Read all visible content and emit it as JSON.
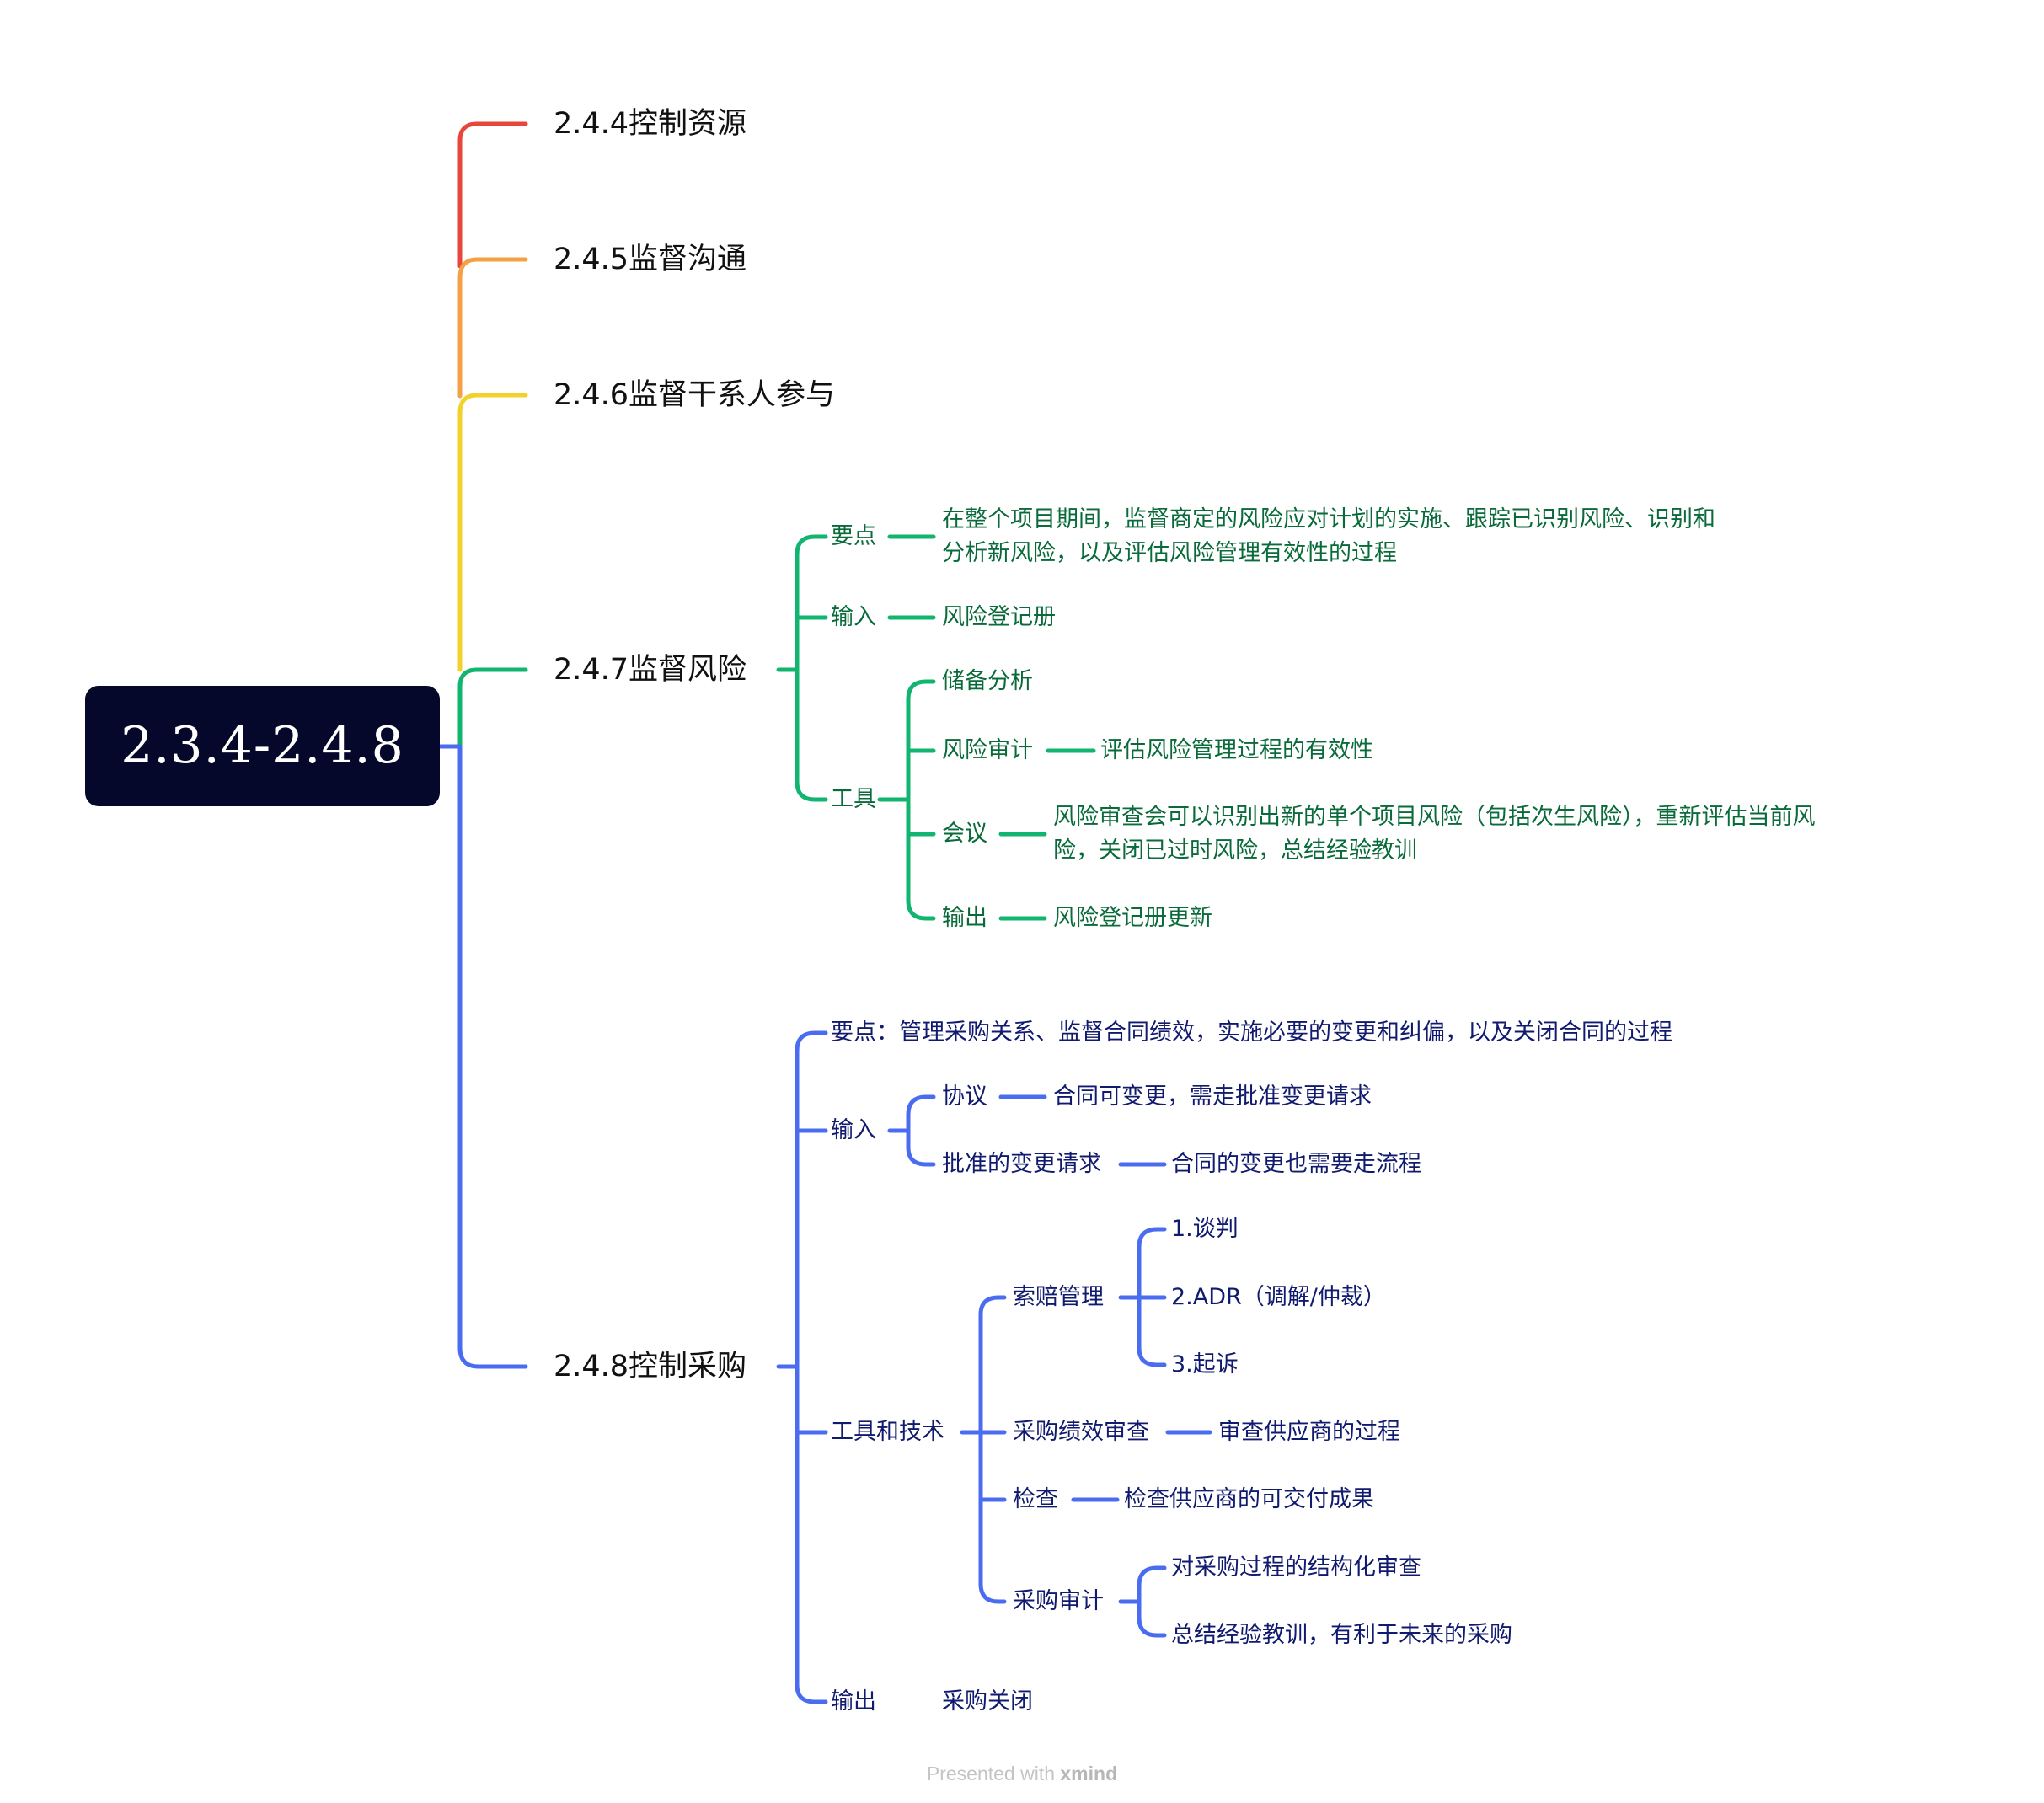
{
  "root": {
    "label": "2.3.4-2.4.8"
  },
  "branch_colors": {
    "control_resources": "#e8463b",
    "monitor_communication": "#f4a045",
    "monitor_stakeholder": "#f2d12a",
    "monitor_risk": "#12b56f",
    "control_procurement": "#4a6cf0"
  },
  "text_colors": {
    "green": "#0a6b3a",
    "blue": "#101a6e"
  },
  "branches": {
    "control_resources": {
      "label": "2.4.4控制资源"
    },
    "monitor_communication": {
      "label": "2.4.5监督沟通"
    },
    "monitor_stakeholder": {
      "label": "2.4.6监督干系人参与"
    },
    "monitor_risk": {
      "label": "2.4.7监督风险",
      "key_points": {
        "label": "要点",
        "detail_line1": "在整个项目期间，监督商定的风险应对计划的实施、跟踪已识别风险、识别和",
        "detail_line2": "分析新风险，以及评估风险管理有效性的过程"
      },
      "input": {
        "label": "输入",
        "detail": "风险登记册"
      },
      "tools": {
        "label": "工具",
        "reserve_analysis": {
          "label": "储备分析"
        },
        "risk_audit": {
          "label": "风险审计",
          "detail": "评估风险管理过程的有效性"
        },
        "meetings": {
          "label": "会议",
          "detail_line1": "风险审查会可以识别出新的单个项目风险（包括次生风险），重新评估当前风",
          "detail_line2": "险，关闭已过时风险，总结经验教训"
        },
        "output": {
          "label": "输出",
          "detail": "风险登记册更新"
        }
      }
    },
    "control_procurement": {
      "label": "2.4.8控制采购",
      "key_points": {
        "label": "要点：管理采购关系、监督合同绩效，实施必要的变更和纠偏，以及关闭合同的过程"
      },
      "input": {
        "label": "输入",
        "agreement": {
          "label": "协议",
          "detail": "合同可变更，需走批准变更请求"
        },
        "approved_change": {
          "label": "批准的变更请求",
          "detail": "合同的变更也需要走流程"
        }
      },
      "tools": {
        "label": "工具和技术",
        "claims": {
          "label": "索赔管理",
          "items": [
            "1.谈判",
            "2.ADR（调解/仲裁）",
            "3.起诉"
          ]
        },
        "performance_review": {
          "label": "采购绩效审查",
          "detail": "审查供应商的过程"
        },
        "inspection": {
          "label": "检查",
          "detail": "检查供应商的可交付成果"
        },
        "audit": {
          "label": "采购审计",
          "items": [
            "对采购过程的结构化审查",
            "总结经验教训，有利于未来的采购"
          ]
        }
      },
      "output": {
        "label": "输出",
        "detail": "采购关闭"
      }
    }
  },
  "footer": {
    "prefix": "Presented with ",
    "brand": "xmind"
  }
}
